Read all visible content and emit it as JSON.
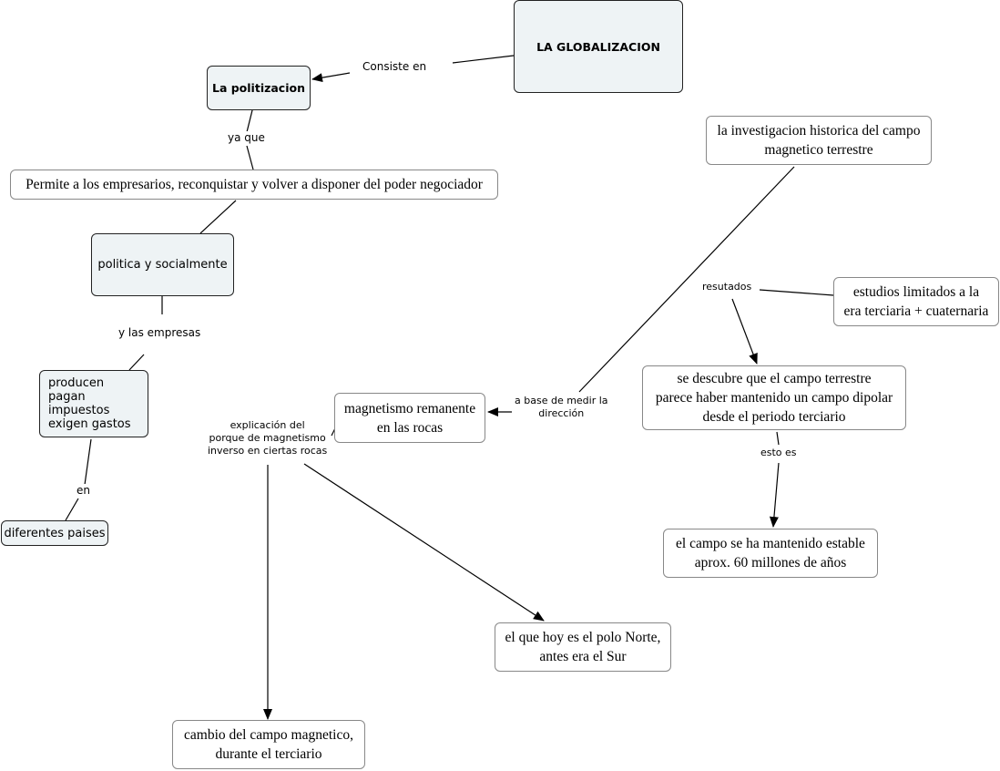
{
  "nodes": {
    "globalizacion": "LA GLOBALIZACION",
    "politizacion": "La politizacion",
    "permite": "Permite a los empresarios, reconquistar y volver a disponer del poder negociador",
    "politica": "politica y socialmente",
    "producen": [
      "producen",
      "pagan impuestos",
      "exigen gastos"
    ],
    "diferentes": "diferentes paises",
    "investigacion": [
      "la investigacion historica del campo",
      "magnetico terrestre"
    ],
    "estudios": [
      "estudios limitados a la",
      "era terciaria + cuaternaria"
    ],
    "descubre": [
      "se descubre que el campo terrestre",
      "parece haber mantenido un campo dipolar",
      "desde el periodo terciario"
    ],
    "estable": [
      "el campo se ha mantenido estable",
      "aprox. 60 millones de años"
    ],
    "magnetismo": [
      "magnetismo remanente",
      "en las rocas"
    ],
    "polo": [
      "el que hoy es el polo Norte,",
      "antes era el Sur"
    ],
    "cambio": [
      "cambio del campo magnetico,",
      "durante el terciario"
    ]
  },
  "links": {
    "consiste": "Consiste en",
    "ya_que": "ya que",
    "y_empresas": "y las empresas",
    "en": "en",
    "resutados": "resutados",
    "esto_es": "esto es",
    "a_base": [
      "a base de medir la",
      "dirección"
    ],
    "explicacion": [
      "explicación del",
      "porque de magnetismo",
      "inverso en ciertas rocas"
    ]
  },
  "colors": {
    "concept_fill": "#eef3f5",
    "line": "#000000"
  }
}
